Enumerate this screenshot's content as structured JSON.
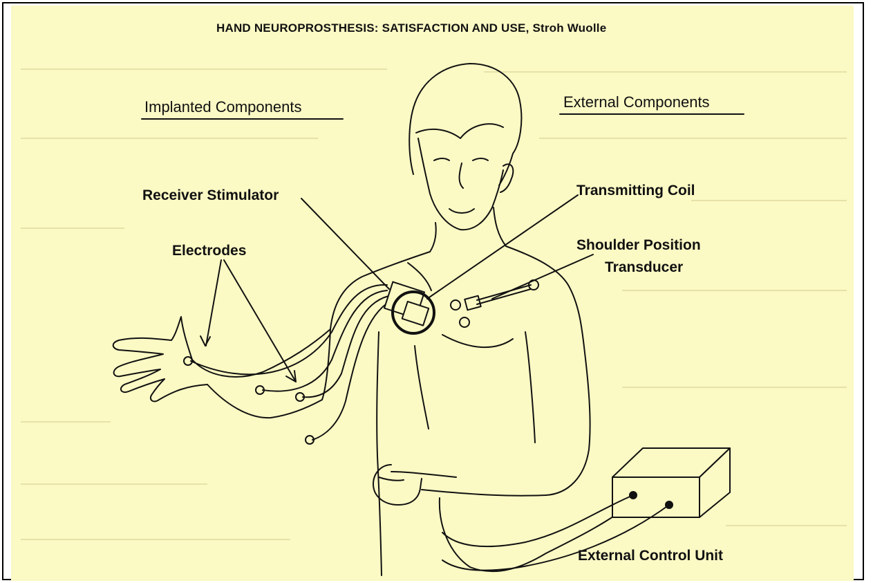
{
  "page": {
    "title": "HAND NEUROPROSTHESIS: SATISFACTION AND USE, Stroh Wuolle",
    "paper_color": "#fbf9c4",
    "ink_color": "#111111"
  },
  "figure": {
    "headings": {
      "implanted": "Implanted Components",
      "external": "External Components"
    },
    "labels": {
      "receiver_stimulator": "Receiver Stimulator",
      "electrodes": "Electrodes",
      "transmitting_coil": "Transmitting Coil",
      "shoulder_line1": "Shoulder Position",
      "shoulder_line2": "Transducer",
      "external_control_unit": "External Control Unit"
    }
  }
}
